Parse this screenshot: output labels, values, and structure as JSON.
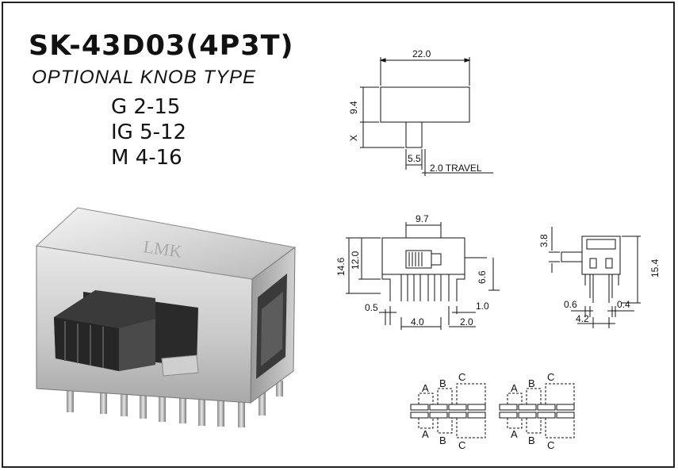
{
  "title": "SK-43D03(4P3T)",
  "subtitle": "OPTIONAL KNOB TYPE",
  "knob_options": [
    "G 2-15",
    "IG 5-12",
    "M 4-16"
  ],
  "product_photo": {
    "brand_marking": "LMK"
  },
  "top_view": {
    "width_label": "22.0",
    "height_label": "9.4",
    "x_label": "X",
    "knob_label": "5.5",
    "travel_label": "2.0 TRAVEL"
  },
  "front_view": {
    "knob_width_label": "9.7",
    "total_height_label": "14.6",
    "body_height_label": "12.0",
    "pin_height_label": "6.6",
    "left_offset_label": "0.5",
    "right_offset_label": "1.0",
    "pitch_label": "4.0",
    "pin_spacing_label": "2.0"
  },
  "side_view": {
    "knob_height_label": "3.8",
    "height_label": "15.4",
    "left_label": "0.6",
    "right_label": "0.4",
    "width_label": "4.2"
  },
  "schematic": {
    "labels": [
      "A",
      "B",
      "C"
    ]
  }
}
